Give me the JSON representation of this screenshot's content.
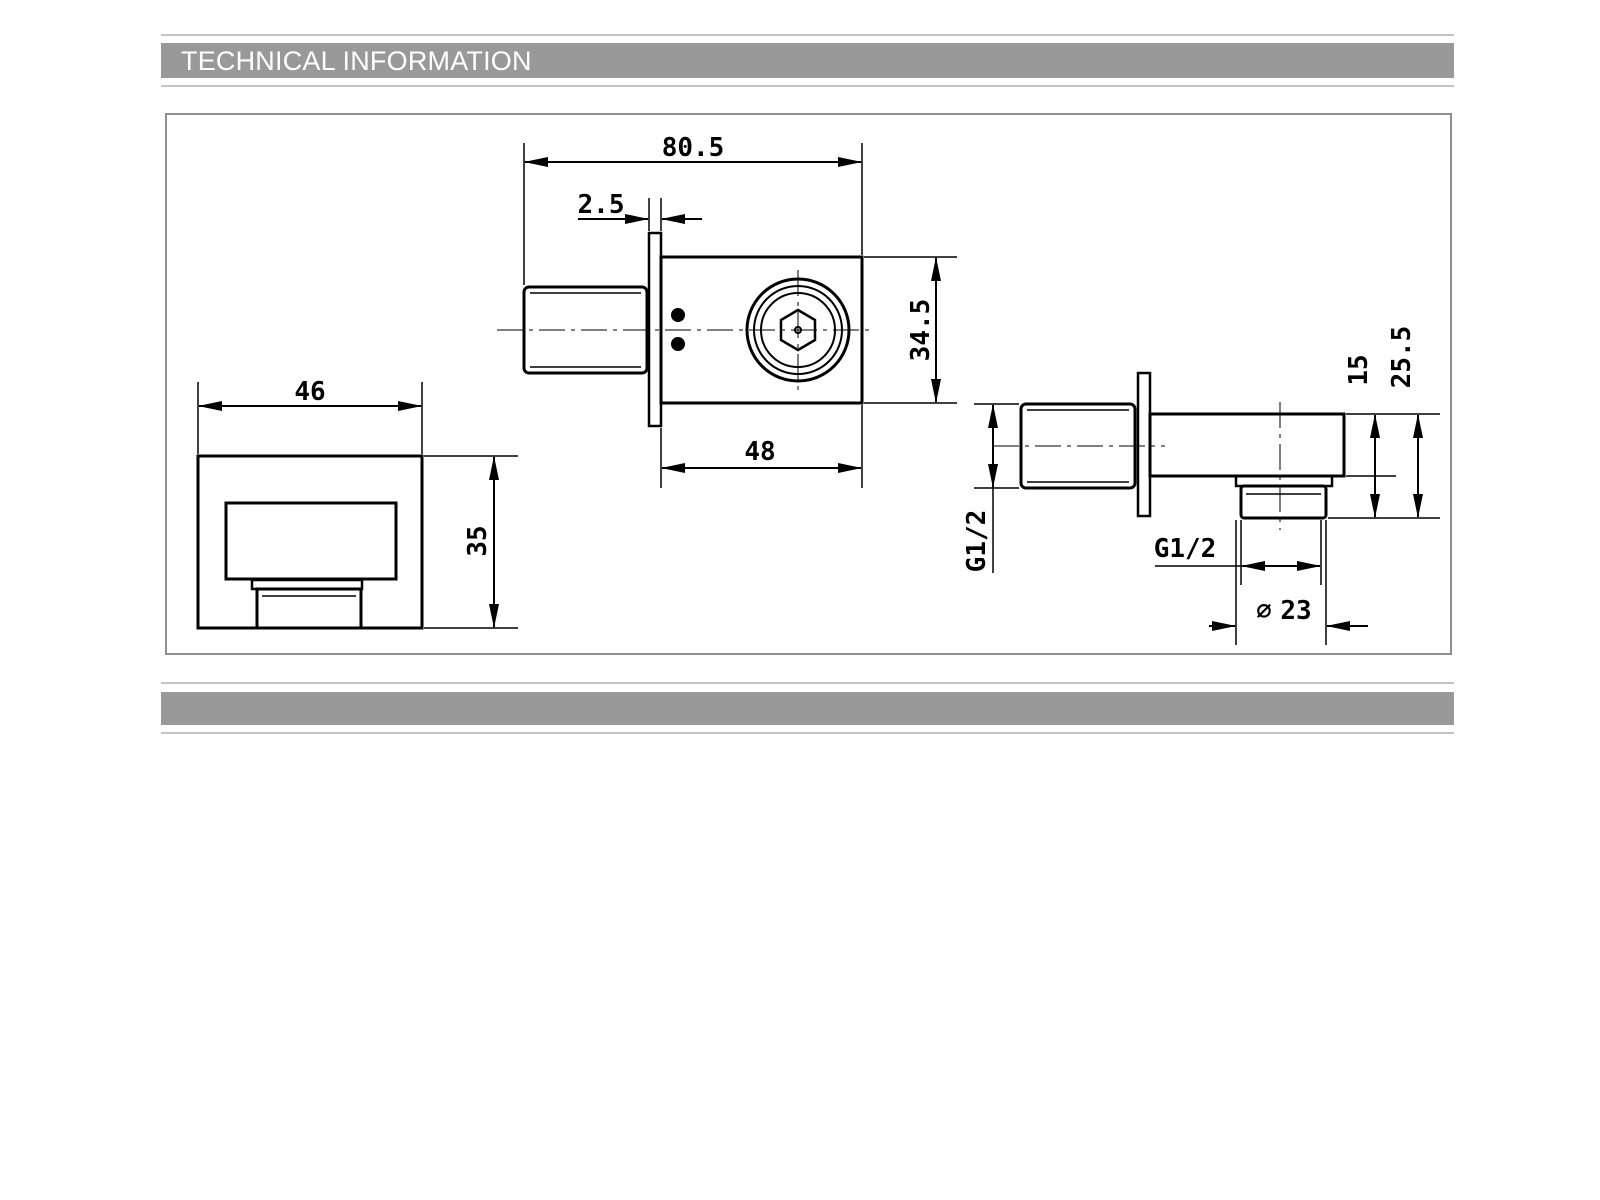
{
  "header": {
    "title": "TECHNICAL INFORMATION"
  },
  "colors": {
    "band": "#999999",
    "rule": "#c4c4c4",
    "frame": "#8f8f8f",
    "line": "#000000"
  },
  "drawing": {
    "top_view": {
      "overall_length": "80.5",
      "flange_thickness": "2.5",
      "body_height": "34.5",
      "body_length": "48"
    },
    "front_view": {
      "width": "46",
      "height": "35"
    },
    "side_view": {
      "inlet_thread": "G1/2",
      "outlet_thread": "G1/2",
      "outlet_diameter": "23",
      "diameter_symbol": "∅",
      "outlet_offset": "15",
      "outlet_depth": "25.5"
    }
  }
}
